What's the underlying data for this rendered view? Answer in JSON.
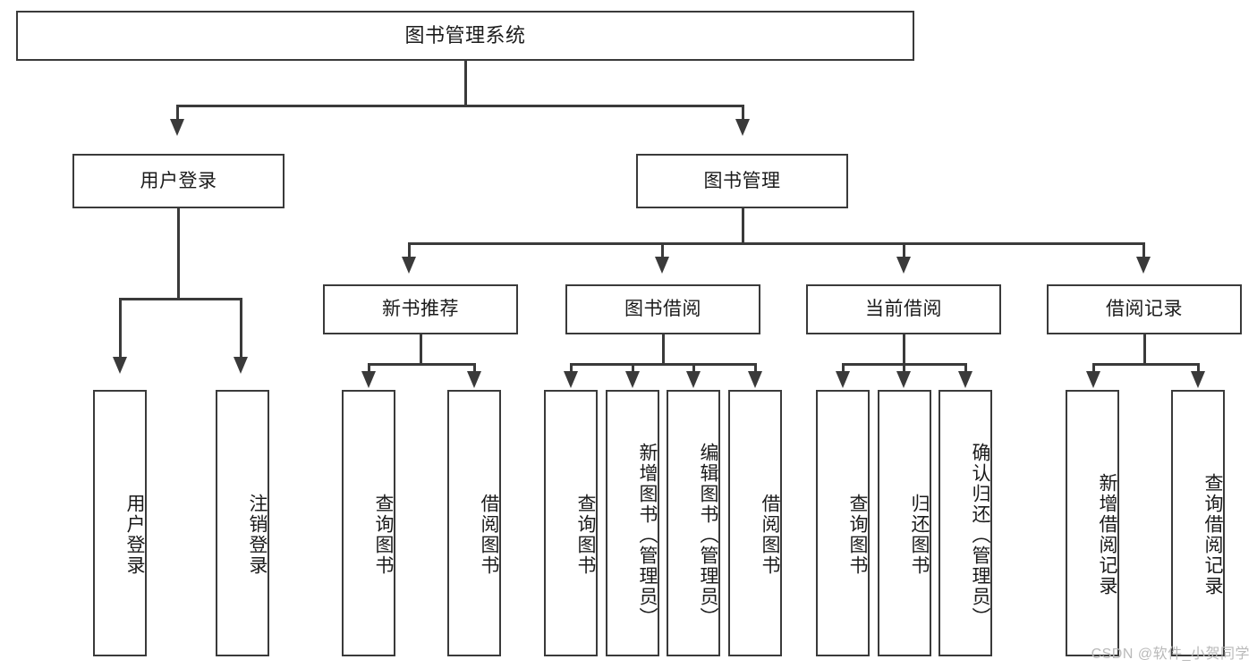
{
  "diagram": {
    "title": "图书管理系统",
    "watermark": "CSDN @软件_小贺同学",
    "colors": {
      "stroke": "#3a3a3a",
      "fill": "#ffffff",
      "text": "#1b1b1b",
      "watermark": "#b9b9b9"
    },
    "levels": {
      "root": {
        "label": "图书管理系统"
      },
      "level1": [
        {
          "label": "用户登录"
        },
        {
          "label": "图书管理"
        }
      ],
      "level2": [
        {
          "label": "新书推荐"
        },
        {
          "label": "图书借阅"
        },
        {
          "label": "当前借阅"
        },
        {
          "label": "借阅记录"
        }
      ],
      "leaves": {
        "user_login": [
          {
            "label": "用户登录"
          },
          {
            "label": "注销登录"
          }
        ],
        "new_book": [
          {
            "label": "查询图书"
          },
          {
            "label": "借阅图书"
          }
        ],
        "book_borrow": [
          {
            "label": "查询图书"
          },
          {
            "label": "新增图书（管理员）"
          },
          {
            "label": "编辑图书（管理员）"
          },
          {
            "label": "借阅图书"
          }
        ],
        "current_borrow": [
          {
            "label": "查询图书"
          },
          {
            "label": "归还图书"
          },
          {
            "label": "确认归还（管理员）"
          }
        ],
        "borrow_record": [
          {
            "label": "新增借阅记录"
          },
          {
            "label": "查询借阅记录"
          }
        ]
      }
    }
  }
}
